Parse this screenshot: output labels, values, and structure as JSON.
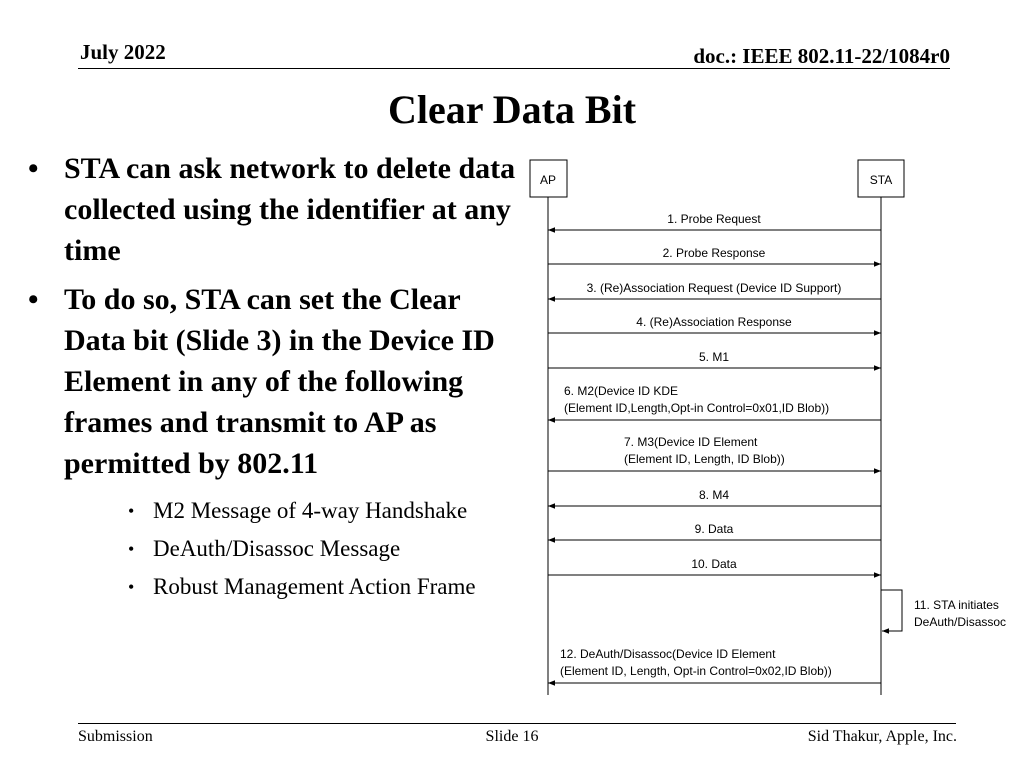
{
  "header": {
    "date": "July 2022",
    "doc": "doc.: IEEE 802.11-22/1084r0"
  },
  "title": "Clear Data Bit",
  "bullets": [
    "STA can ask network to delete data collected using the identifier at any time",
    "To do so, STA can set the Clear Data bit (Slide 3) in the Device ID Element in any of the following frames and transmit to AP as permitted by 802.11"
  ],
  "sub_bullets": [
    "M2 Message of 4-way Handshake",
    "DeAuth/Disassoc Message",
    "Robust Management Action Frame"
  ],
  "diagram": {
    "ap_label": "AP",
    "sta_label": "STA",
    "messages": [
      {
        "lines": [
          "1. Probe Request"
        ],
        "direction": "sta-to-ap"
      },
      {
        "lines": [
          "2. Probe Response"
        ],
        "direction": "ap-to-sta"
      },
      {
        "lines": [
          "3. (Re)Association Request (Device ID Support)"
        ],
        "direction": "sta-to-ap"
      },
      {
        "lines": [
          "4. (Re)Association Response"
        ],
        "direction": "ap-to-sta"
      },
      {
        "lines": [
          "5. M1"
        ],
        "direction": "ap-to-sta"
      },
      {
        "lines": [
          "6. M2(Device ID KDE",
          "(Element ID,Length,Opt-in Control=0x01,ID Blob))"
        ],
        "direction": "sta-to-ap"
      },
      {
        "lines": [
          "7. M3(Device ID Element",
          "(Element ID, Length, ID Blob))"
        ],
        "direction": "ap-to-sta"
      },
      {
        "lines": [
          "8. M4"
        ],
        "direction": "sta-to-ap"
      },
      {
        "lines": [
          "9. Data"
        ],
        "direction": "sta-to-ap"
      },
      {
        "lines": [
          "10. Data"
        ],
        "direction": "ap-to-sta"
      },
      {
        "lines": [
          "12. DeAuth/Disassoc(Device ID Element",
          "(Element ID, Length, Opt-in Control=0x02,ID Blob))"
        ],
        "direction": "sta-to-ap"
      }
    ],
    "self_note": [
      "11. STA initiates",
      "DeAuth/Disassoc"
    ]
  },
  "footer": {
    "left": "Submission",
    "center": "Slide 16",
    "right": "Sid Thakur, Apple, Inc."
  }
}
